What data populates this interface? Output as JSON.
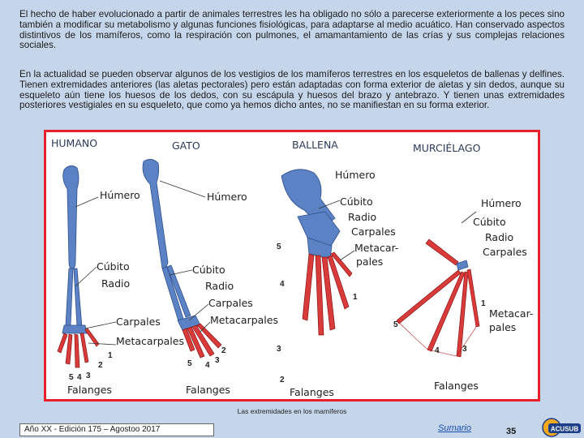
{
  "paragraphs": {
    "p1": "El hecho de haber evolucionado a partir de animales terrestres les ha obligado no sólo a parecerse exteriormente a los peces sino también a modificar su metabolismo y algunas funciones fisiológicas, para adaptarse al medio acuático. Han conservado aspectos distintivos de los mamíferos, como la respiración con pulmones, el amamantamiento de las crías y sus complejas relaciones sociales.",
    "p2": "En la actualidad se pueden observar algunos de los vestigios de los mamíferos terrestres en los esqueletos de ballenas y delfines. Tienen extremidades anteriores (las aletas pectorales) pero están adaptadas con forma exterior de aletas y sin dedos, aunque su esqueleto aún tiene los huesos de los dedos, con su escápula y huesos del brazo y antebrazo. Y tienen unas extremidades posteriores vestigiales en su esqueleto, que como ya hemos dicho antes, no se manifiestan en su forma exterior."
  },
  "figure": {
    "headers": {
      "humano": "HUMANO",
      "gato": "GATO",
      "ballena": "BALLENA",
      "murcielago": "MURCIÉLAGO"
    },
    "humano": {
      "humero": "Húmero",
      "cubito": "Cúbito",
      "radio": "Radio",
      "carpales": "Carpales",
      "metacarpales": "Metacarpales",
      "falanges": "Falanges"
    },
    "gato": {
      "humero": "Húmero",
      "cubito": "Cúbito",
      "radio": "Radio",
      "carpales": "Carpales",
      "metacarpales": "Metacarpales",
      "falanges": "Falanges"
    },
    "ballena": {
      "humero": "Húmero",
      "cubito": "Cúbito",
      "radio": "Radio",
      "carpales": "Carpales",
      "metacar1": "Metacar-",
      "metacar2": "pales",
      "falanges": "Falanges"
    },
    "murcielago": {
      "humero": "Húmero",
      "cubito": "Cúbito",
      "radio": "Radio",
      "carpales": "Carpales",
      "metacar1": "Metacar-",
      "metacar2": "pales",
      "falanges": "Falanges"
    },
    "digits": {
      "d1": "1",
      "d2": "2",
      "d3": "3",
      "d4": "4",
      "d5": "5"
    }
  },
  "caption": "Las extremidades en los mamíferos",
  "footer": {
    "edition": "Año XX - Edición 175 – Agostoo 2017",
    "sumario": "Sumario",
    "page_number": "35",
    "logo_text": "ACUSUB"
  },
  "colors": {
    "frame": "#e8202a",
    "bone_blue": "#5b82c4",
    "bone_red": "#d93a3a",
    "background": "#c6d6ea"
  }
}
